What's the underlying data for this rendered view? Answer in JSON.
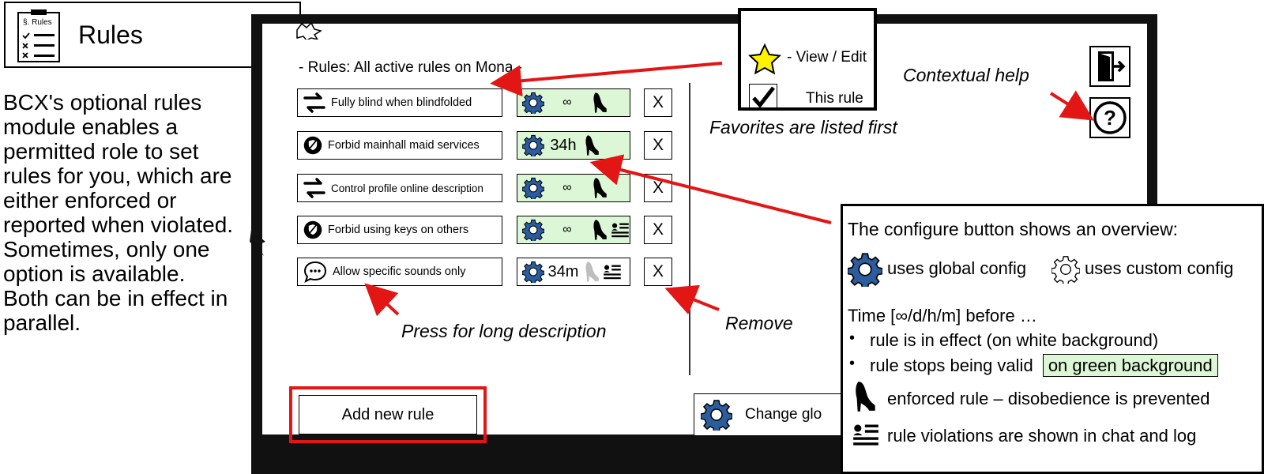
{
  "header": {
    "title": "Rules",
    "icon_label": "§. Rules"
  },
  "intro": "BCX's optional rules module enables a permitted role to set rules for you, which are either enforced or reported when violated. Sometimes, only one option is available. Both can be in effect in parallel.",
  "screen": {
    "title": "- Rules: All active rules on Mona -",
    "rules": [
      {
        "icon": "swap-arrows-icon",
        "name": "Fully blind when blindfolded",
        "time": "∞",
        "time_small": true,
        "bg": "green",
        "enforced": true,
        "logged": false
      },
      {
        "icon": "shield-icon",
        "name": "Forbid mainhall maid services",
        "time": "34h",
        "time_small": false,
        "bg": "green",
        "enforced": true,
        "logged": false
      },
      {
        "icon": "swap-arrows-icon",
        "name": "Control profile online description",
        "time": "∞",
        "time_small": true,
        "bg": "green",
        "enforced": true,
        "logged": false
      },
      {
        "icon": "shield-icon",
        "name": "Forbid using keys on others",
        "time": "∞",
        "time_small": true,
        "bg": "green",
        "enforced": true,
        "logged": true
      },
      {
        "icon": "speech-bubble-icon",
        "name": "Allow specific sounds only",
        "time": "34m",
        "time_small": false,
        "bg": "white",
        "enforced": false,
        "logged": true
      }
    ],
    "remove_label": "X",
    "add_rule_label": "Add new rule",
    "change_global_label": "Change glo"
  },
  "favorites": {
    "view_edit": "- View / Edit",
    "this_rule": "This rule",
    "caption": "Favorites are listed first"
  },
  "captions": {
    "contextual_help": "Contextual help",
    "press_long": "Press for long description",
    "remove": "Remove"
  },
  "overview": {
    "heading": "The configure button shows an overview:",
    "global_cfg": "uses global config",
    "custom_cfg": "uses custom config",
    "time_line": "Time [∞/d/h/m] before …",
    "bullet1": "rule is in effect (on white background)",
    "bullet2": "rule stops being valid",
    "green_bg": "on green background",
    "enforced": "enforced rule – disobedience is prevented",
    "logged": "rule violations are shown in chat and log"
  },
  "colors": {
    "accent_red": "#e31616",
    "green_bg": "#dcf7d5",
    "gear_blue": "#2a5c9e"
  }
}
